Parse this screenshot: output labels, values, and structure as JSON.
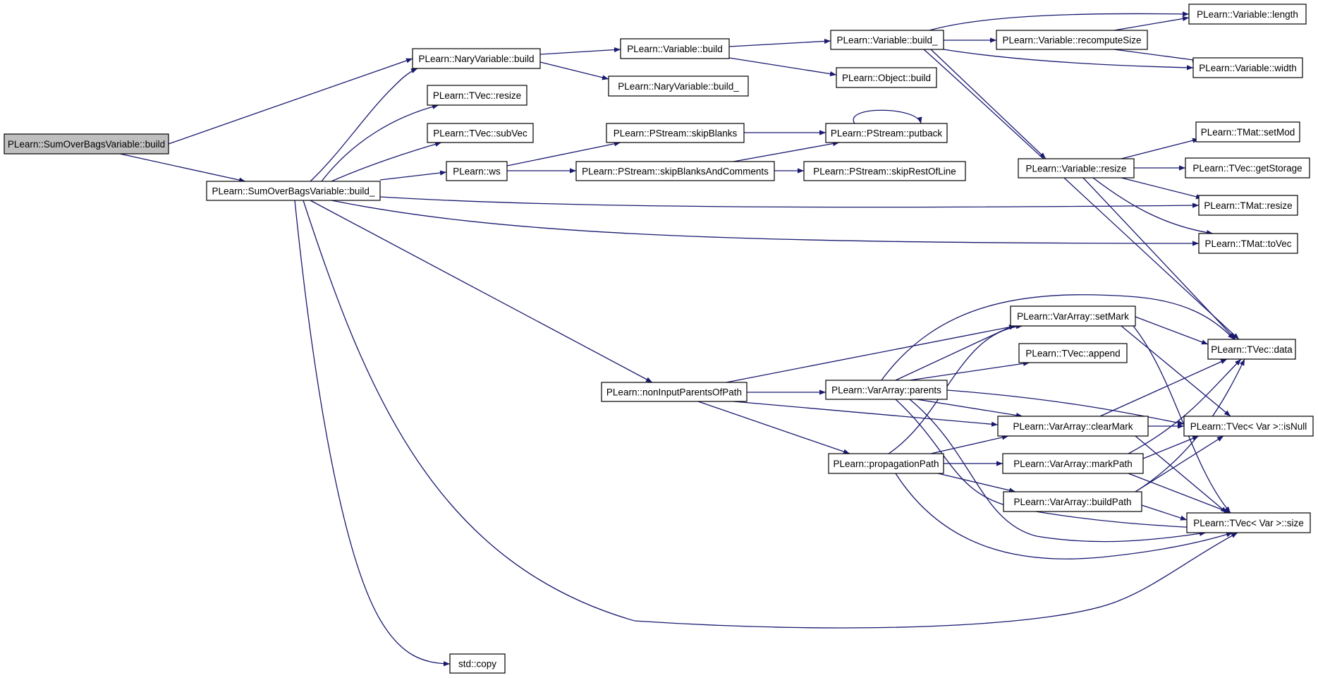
{
  "graph": {
    "nodes": [
      {
        "id": "root",
        "label": "PLearn::SumOverBagsVariable::build",
        "root": true
      },
      {
        "id": "b_",
        "label": "PLearn::SumOverBagsVariable::build_"
      },
      {
        "id": "nvb",
        "label": "PLearn::NaryVariable::build"
      },
      {
        "id": "nvb_",
        "label": "PLearn::NaryVariable::build_"
      },
      {
        "id": "tvresize",
        "label": "PLearn::TVec::resize"
      },
      {
        "id": "subvec",
        "label": "PLearn::TVec::subVec"
      },
      {
        "id": "ws",
        "label": "PLearn::ws"
      },
      {
        "id": "nipp",
        "label": "PLearn::nonInputParentsOfPath"
      },
      {
        "id": "copy",
        "label": "std::copy"
      },
      {
        "id": "vbuild",
        "label": "PLearn::Variable::build"
      },
      {
        "id": "vbuild_",
        "label": "PLearn::Variable::build_"
      },
      {
        "id": "obuild",
        "label": "PLearn::Object::build"
      },
      {
        "id": "skipblanks",
        "label": "PLearn::PStream::skipBlanks"
      },
      {
        "id": "putback",
        "label": "PLearn::PStream::putback"
      },
      {
        "id": "sbac",
        "label": "PLearn::PStream::skipBlanksAndComments"
      },
      {
        "id": "srol",
        "label": "PLearn::PStream::skipRestOfLine"
      },
      {
        "id": "recompute",
        "label": "PLearn::Variable::recomputeSize"
      },
      {
        "id": "length",
        "label": "PLearn::Variable::length"
      },
      {
        "id": "width",
        "label": "PLearn::Variable::width"
      },
      {
        "id": "vresize",
        "label": "PLearn::Variable::resize"
      },
      {
        "id": "setmod",
        "label": "PLearn::TMat::setMod"
      },
      {
        "id": "getstorage",
        "label": "PLearn::TVec::getStorage"
      },
      {
        "id": "tmresize",
        "label": "PLearn::TMat::resize"
      },
      {
        "id": "tovec",
        "label": "PLearn::TMat::toVec"
      },
      {
        "id": "setmark",
        "label": "PLearn::VarArray::setMark"
      },
      {
        "id": "append",
        "label": "PLearn::TVec::append"
      },
      {
        "id": "parents",
        "label": "PLearn::VarArray::parents"
      },
      {
        "id": "clearmark",
        "label": "PLearn::VarArray::clearMark"
      },
      {
        "id": "proppath",
        "label": "PLearn::propagationPath"
      },
      {
        "id": "markpath",
        "label": "PLearn::VarArray::markPath"
      },
      {
        "id": "buildpath",
        "label": "PLearn::VarArray::buildPath"
      },
      {
        "id": "tvdata",
        "label": "PLearn::TVec::data"
      },
      {
        "id": "isnull",
        "label": "PLearn::TVec< Var >::isNull"
      },
      {
        "id": "vsize",
        "label": "PLearn::TVec< Var >::size"
      }
    ]
  }
}
